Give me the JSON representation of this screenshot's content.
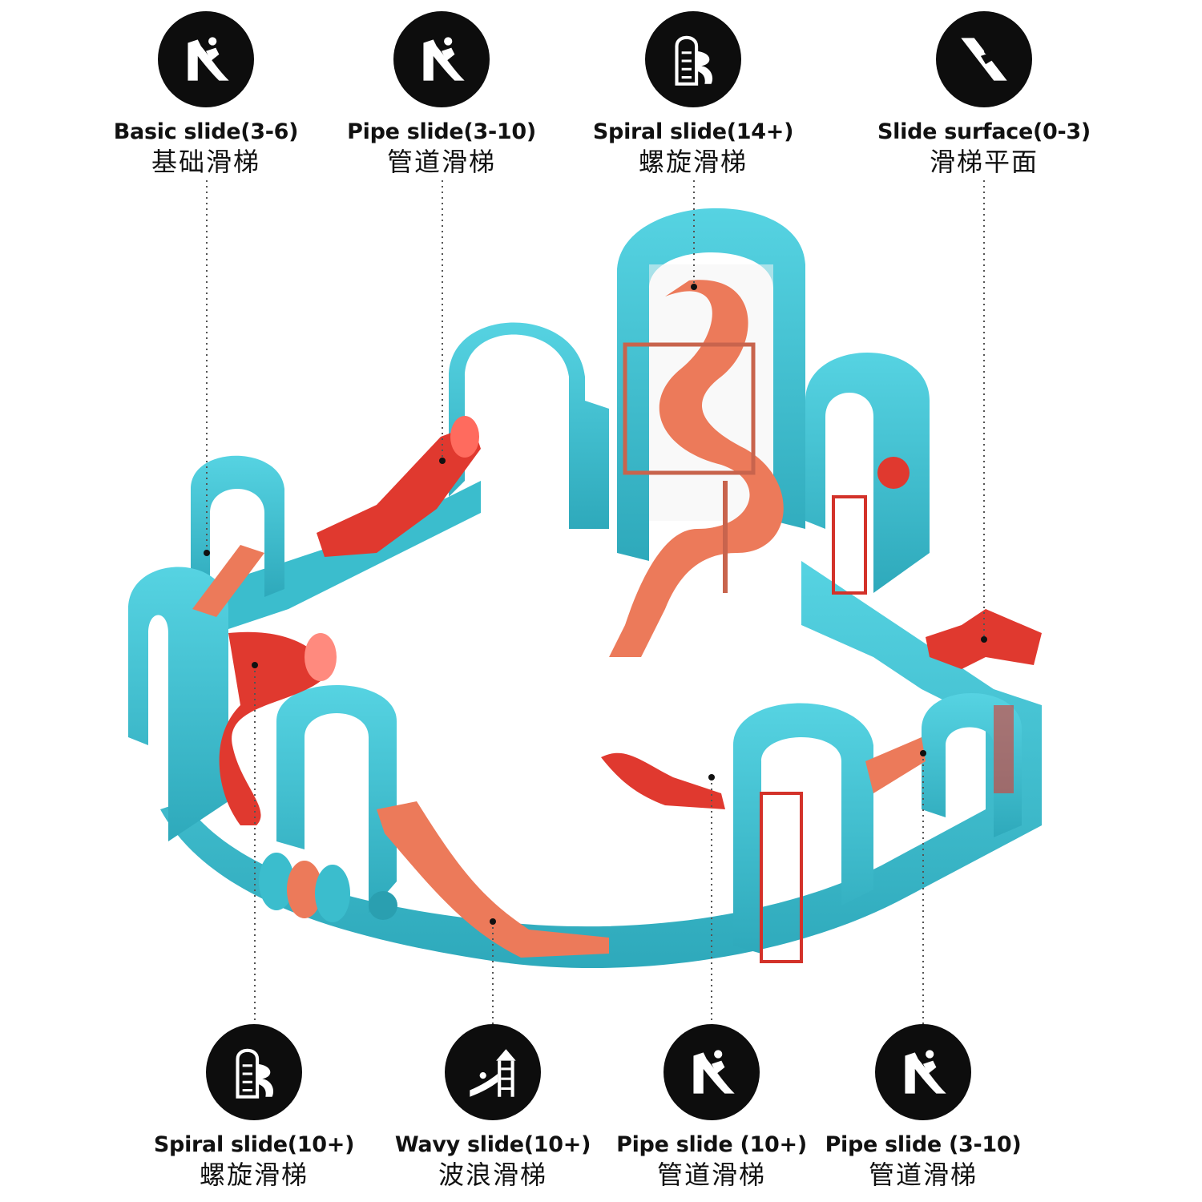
{
  "callouts": [
    {
      "id": "basic-slide",
      "en": "Basic slide(3-6)",
      "zh": "基础滑梯",
      "icon": "slide-icon"
    },
    {
      "id": "pipe-slide-top",
      "en": "Pipe slide(3-10)",
      "zh": "管道滑梯",
      "icon": "slide-icon"
    },
    {
      "id": "spiral-slide-top",
      "en": "Spiral slide(14+)",
      "zh": "螺旋滑梯",
      "icon": "tower-slide-icon"
    },
    {
      "id": "slide-surface",
      "en": "Slide surface(0-3)",
      "zh": "滑梯平面",
      "icon": "slide-surface-icon"
    },
    {
      "id": "spiral-slide-bottom",
      "en": "Spiral slide(10+)",
      "zh": "螺旋滑梯",
      "icon": "tower-slide-icon"
    },
    {
      "id": "wavy-slide",
      "en": "Wavy slide(10+)",
      "zh": "波浪滑梯",
      "icon": "playhouse-slide-icon"
    },
    {
      "id": "pipe-slide-bottom-1",
      "en": "Pipe slide (10+)",
      "zh": "管道滑梯",
      "icon": "slide-icon"
    },
    {
      "id": "pipe-slide-bottom-2",
      "en": "Pipe slide (3-10)",
      "zh": "管道滑梯",
      "icon": "slide-icon"
    }
  ],
  "colors": {
    "badge": "#0d0d0d",
    "structure_teal": "#3fc4d4",
    "structure_teal_dark": "#2aa8b8",
    "slide_red": "#e0392f",
    "slide_orange": "#ec7a5a",
    "text": "#111111"
  }
}
